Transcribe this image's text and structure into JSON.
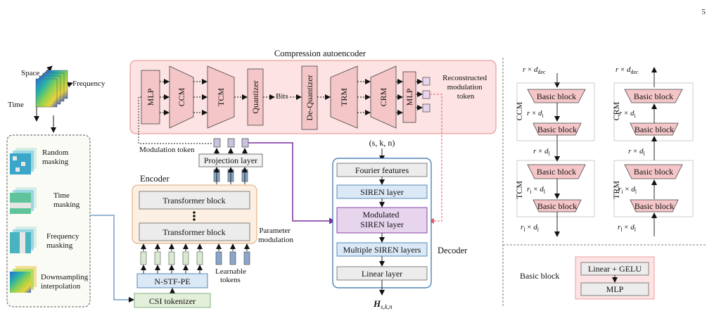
{
  "page_number": "5",
  "colors": {
    "autoencoder_bg": "#fde3e3",
    "autoencoder_border": "#e88b8b",
    "encoder_bg": "#fdf0e2",
    "encoder_border": "#d9a87a",
    "decoder_border": "#2f6fa8",
    "siren_fill": "#dbe8f6",
    "modulated_fill": "#e7d5ee",
    "basic_block_fill": "#f5c6c8",
    "token_fill": "#c9c3df",
    "purple_arrow": "#7a2ea0",
    "pink_dashed": "#e35b6c",
    "green_fill": "#e4efd9",
    "grey_fill": "#ececec"
  },
  "input": {
    "axis_space": "Space",
    "axis_frequency": "Frequency",
    "axis_time": "Time"
  },
  "masking": {
    "items": [
      "Random\nmasking",
      "Time\nmasking",
      "Frequency\nmasking",
      "Downsampling\ninterpolation"
    ]
  },
  "autoencoder": {
    "title": "Compression autoencoder",
    "mlp_left": "MLP",
    "ccm": "CCM",
    "tcm": "TCM",
    "quantizer": "Quantizer",
    "bits": "Bits",
    "dequantizer": "De-Quantizer",
    "trm": "TRM",
    "crm": "CRM",
    "mlp_right": "MLP",
    "reconstructed": "Reconstructed\nmodulation\ntoken"
  },
  "encoder": {
    "modulation_token": "Modulation token",
    "projection": "Projection layer",
    "title": "Encoder",
    "transformer1": "Transformer block",
    "transformer2": "Transformer block",
    "pe": "N-STF-PE",
    "tokenizer": "CSI tokenizer",
    "learnable": "Learnable\ntokens"
  },
  "decoder": {
    "input": "(s, k, n)",
    "fourier": "Fourier features",
    "siren": "SIREN layer",
    "modulated": "Modulated\nSIREN layer",
    "multiple": "Multiple SIREN layers",
    "linear": "Linear layer",
    "title": "Decoder",
    "param_mod": "Parameter\nmodulation"
  },
  "right_panel": {
    "basic_block": "Basic block",
    "ccm": "CCM",
    "crm": "CRM",
    "tcm": "TCM",
    "trm": "TRM",
    "basic_block_label": "Basic block",
    "linear_gelu": "Linear + GELU",
    "mlp": "MLP"
  }
}
